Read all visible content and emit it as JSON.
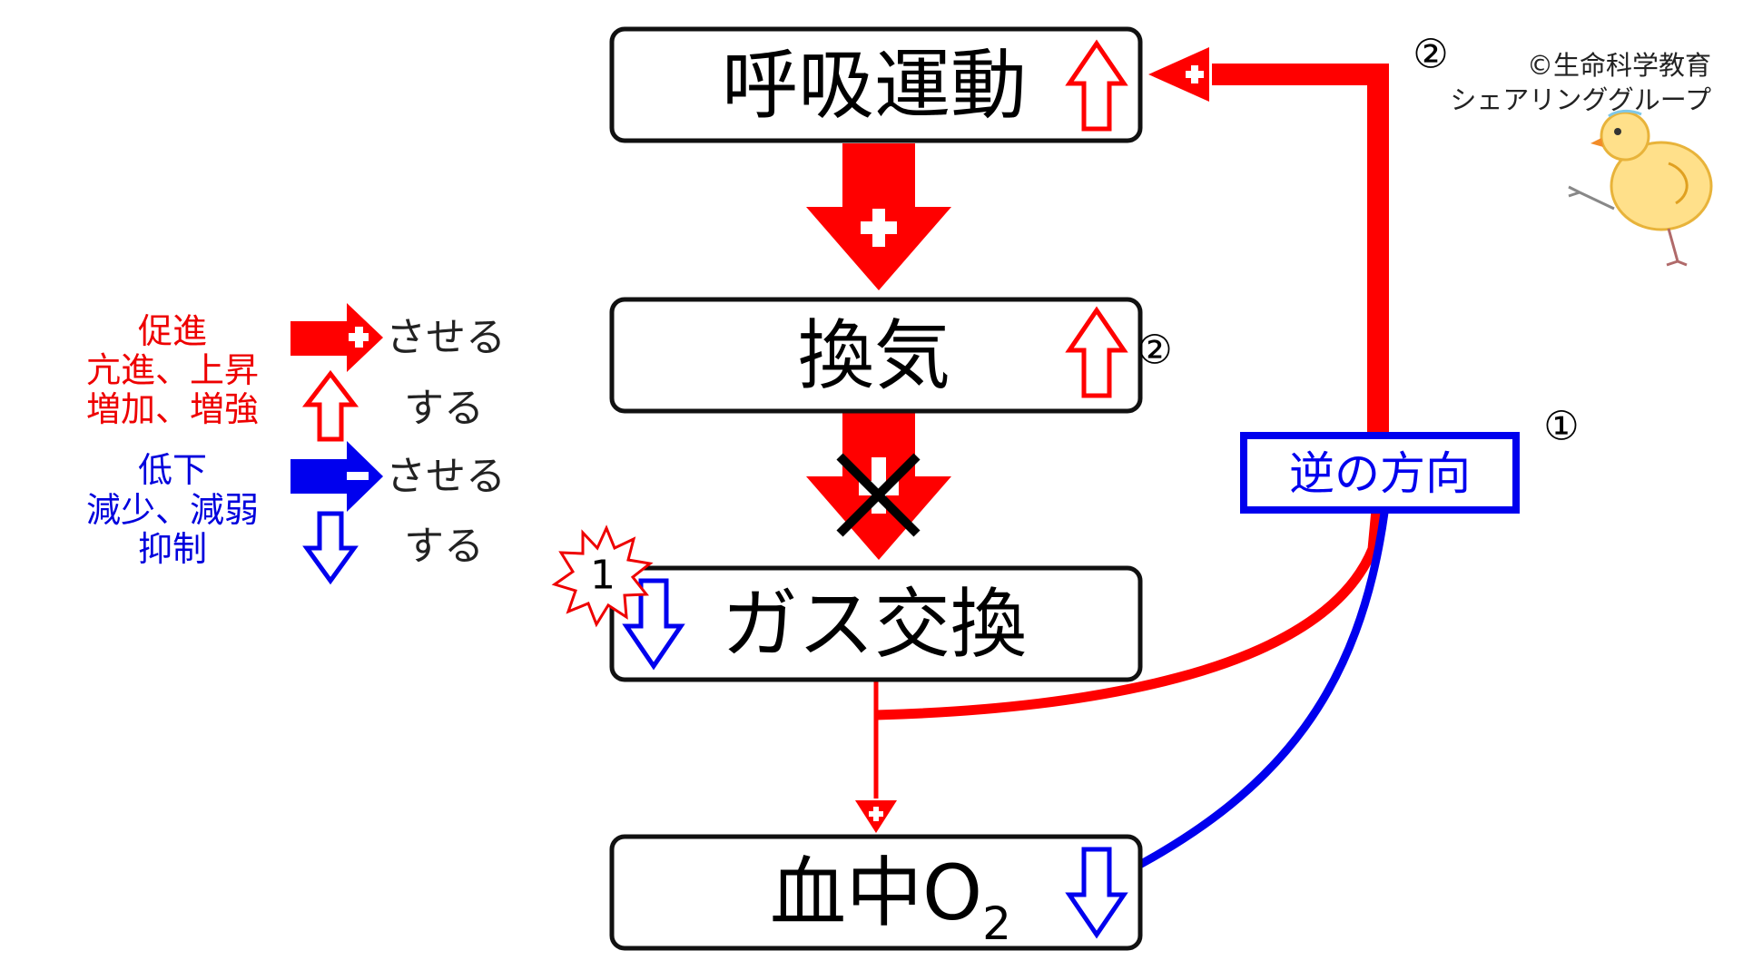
{
  "boxes": {
    "respiratory_movement": "呼吸運動",
    "ventilation": "換気",
    "gas_exchange": "ガス交換",
    "blood_o2_main": "血中O",
    "blood_o2_sub": "2"
  },
  "markers": {
    "ventilation_mark": "②",
    "top_mark": "②",
    "reverse_mark": "①",
    "burst_mark": "1"
  },
  "reverse_label": "逆の方向",
  "legend": {
    "promote": {
      "lines": [
        "促進",
        "亢進、上昇",
        "増加、増強"
      ],
      "arrow_text": "させる",
      "updown_text": "する"
    },
    "inhibit": {
      "lines": [
        "低下",
        "減少、減弱",
        "抑制"
      ],
      "arrow_text": "させる",
      "updown_text": "する"
    }
  },
  "credit": {
    "line1": "©生命科学教育",
    "line2": "シェアリンググループ"
  },
  "colors": {
    "promote": "#ff0000",
    "inhibit": "#0000ee",
    "box_border": "#111111"
  },
  "icons": {
    "promote_arrow": "plus-arrow-icon",
    "inhibit_arrow": "minus-arrow-icon",
    "increase": "up-arrow-outline-icon",
    "decrease": "down-arrow-outline-icon",
    "blocked": "x-mark-icon",
    "mascot": "chick-icon"
  }
}
